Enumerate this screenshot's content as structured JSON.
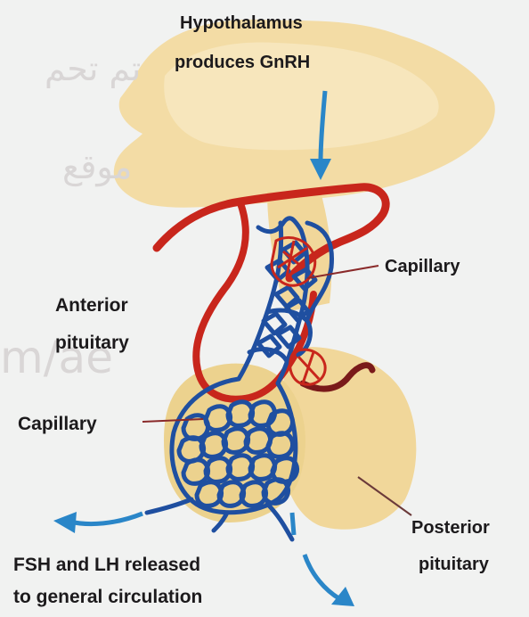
{
  "labels": {
    "hypothalamus_line1": "Hypothalamus",
    "hypothalamus_line2": "produces GnRH",
    "capillary_upper": "Capillary",
    "anterior_line1": "Anterior",
    "anterior_line2": "pituitary",
    "capillary_lower": "Capillary",
    "posterior_line1": "Posterior",
    "posterior_line2": "pituitary",
    "release_line1": "FSH and LH released",
    "release_line2": "to general circulation"
  },
  "watermark": {
    "line1": "تم تحم",
    "line2": "موقع",
    "line3": "m/ae"
  },
  "colors": {
    "background": "#f1f2f1",
    "gland": "#f1d79a",
    "gland_light": "#f6e3b4",
    "artery": "#c8261c",
    "vessel": "#1f4fa0",
    "arrow": "#2a86c8",
    "text": "#1c1a1c"
  }
}
